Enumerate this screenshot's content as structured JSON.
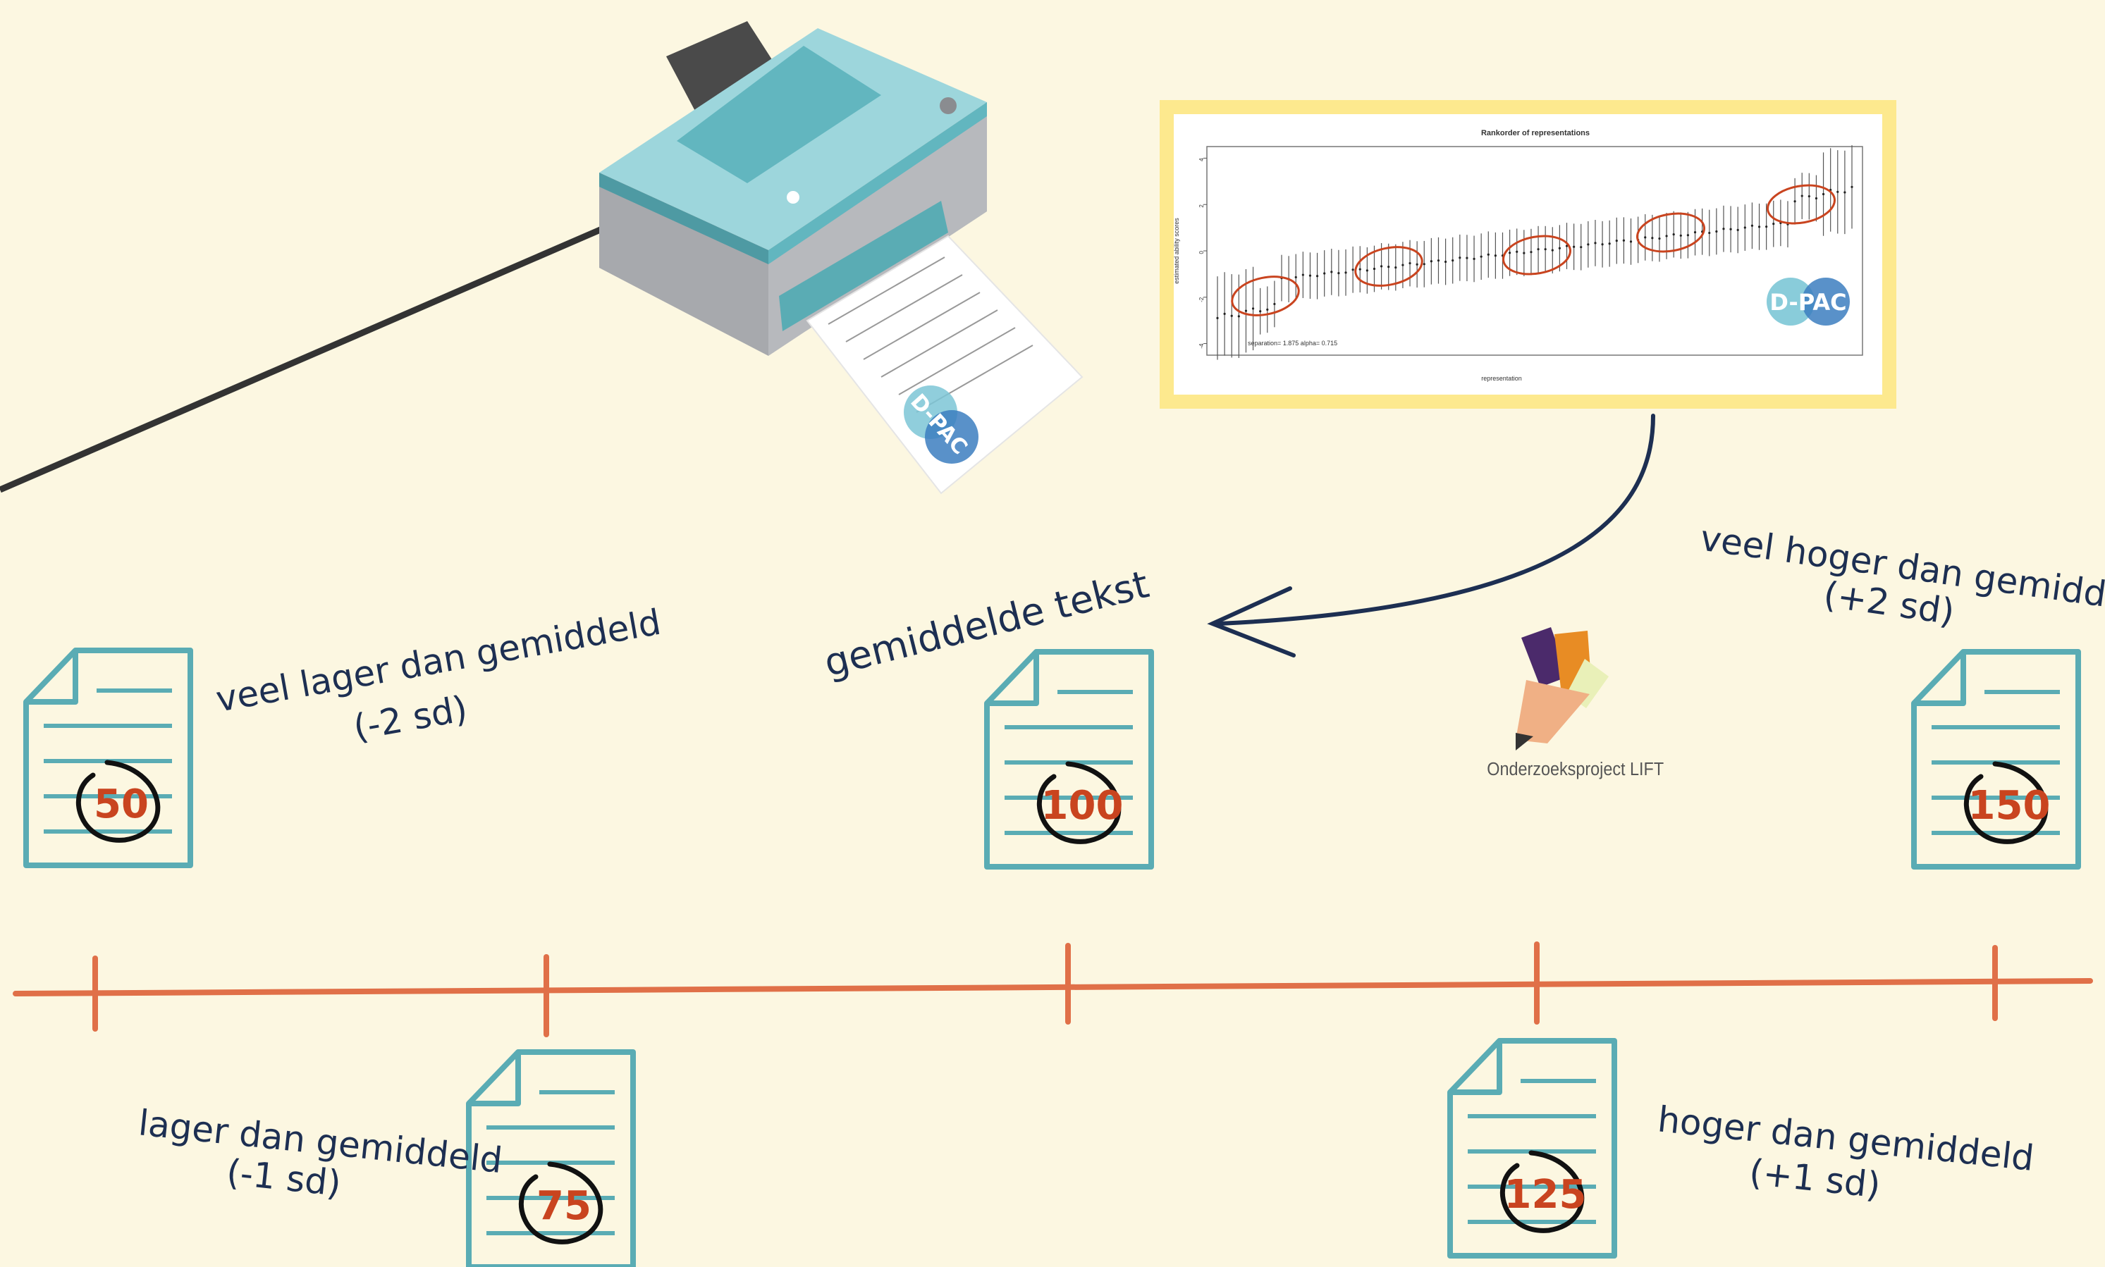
{
  "colors": {
    "background": "#fcf7e1",
    "doc_stroke": "#5aacb4",
    "axis": "#e07048",
    "ink": "#1d2f52",
    "score": "#c9441f",
    "frame": "#fde98e"
  },
  "labels": {
    "very_low": {
      "line1": "veel lager dan gemiddeld",
      "line2": "(-2 sd)"
    },
    "low": {
      "line1": "lager dan gemiddeld",
      "line2": "(-1 sd)"
    },
    "average": {
      "line1": "gemiddelde tekst"
    },
    "high": {
      "line1": "hoger dan gemiddeld",
      "line2": "(+1 sd)"
    },
    "very_high": {
      "line1": "veel hoger dan gemiddeld",
      "line2": "(+2 sd)"
    }
  },
  "documents": [
    {
      "score": "50"
    },
    {
      "score": "75"
    },
    {
      "score": "100"
    },
    {
      "score": "125"
    },
    {
      "score": "150"
    }
  ],
  "logos": {
    "dpac": "D-PAC",
    "lift": "Onderzoeksproject LIFT"
  },
  "chart_data": {
    "type": "scatter",
    "title": "Rankorder of representations",
    "xlabel": "representation",
    "ylabel": "estimated ability scores",
    "yticks": [
      "-4",
      "-2",
      "0",
      "2",
      "4"
    ],
    "ylim": [
      -4.5,
      4.5
    ],
    "annotation": "separation= 1.875 alpha= 0.715",
    "n_points": 90,
    "y_start": -2.9,
    "y_end": 2.7
  },
  "icons": {
    "printer": "printer-icon",
    "pencil": "pencil-logo-icon",
    "arrow": "curved-arrow-icon"
  }
}
